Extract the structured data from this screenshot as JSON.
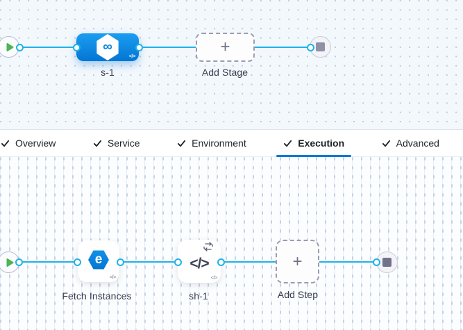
{
  "colors": {
    "accent_blue": "#0278d5",
    "connector_line_blue": "#1eb2ea",
    "stage_fill_gradient": [
      "#1c9df0",
      "#0376d4"
    ],
    "success_green": "#4db457",
    "stop_square_gray": "#8f91a6"
  },
  "glyphs": {
    "plus": "+",
    "code": "</>",
    "infinity": "∞",
    "fetch_e": "e"
  },
  "stage_pipeline": {
    "start_icon": "play-icon",
    "stage": {
      "label": "s-1",
      "icon": "pipeline-hexagon-infinity-icon",
      "badge": "code-icon"
    },
    "add_stage": {
      "label": "Add Stage"
    },
    "end_icon": "stop-icon"
  },
  "tabs": {
    "items": [
      {
        "label": "Overview",
        "checked": true,
        "active": false
      },
      {
        "label": "Service",
        "checked": true,
        "active": false
      },
      {
        "label": "Environment",
        "checked": true,
        "active": false
      },
      {
        "label": "Execution",
        "checked": true,
        "active": true
      },
      {
        "label": "Advanced",
        "checked": true,
        "active": false
      }
    ]
  },
  "execution_graph": {
    "start_icon": "play-icon",
    "steps": [
      {
        "label": "Fetch Instances",
        "icon": "fetch-instances-icon",
        "badge": "code-icon",
        "loop_indicator": false
      },
      {
        "label": "sh-1",
        "icon": "shell-script-icon",
        "badge": "code-icon",
        "loop_indicator": true
      }
    ],
    "add_step": {
      "label": "Add Step"
    },
    "end_icon": "stop-icon"
  }
}
